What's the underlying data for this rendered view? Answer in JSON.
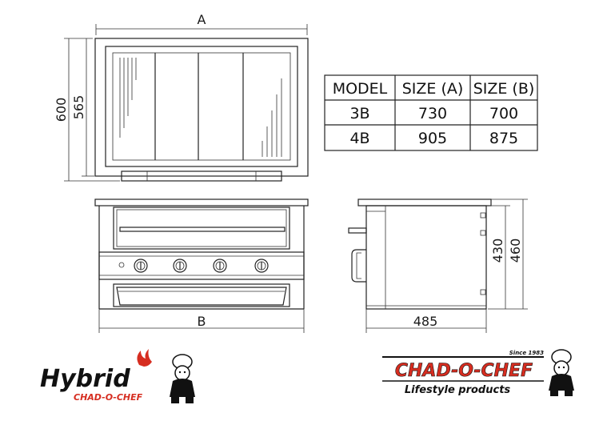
{
  "dimensions": {
    "top_width": "A",
    "top_depth_outer": "600",
    "top_depth_inner": "565",
    "front_width": "B",
    "side_depth": "485",
    "side_height_inner": "430",
    "side_height_outer": "460"
  },
  "size_table": {
    "headers": [
      "MODEL",
      "SIZE (A)",
      "SIZE (B)"
    ],
    "rows": [
      [
        "3B",
        "730",
        "700"
      ],
      [
        "4B",
        "905",
        "875"
      ]
    ]
  },
  "logos": {
    "hybrid_word": "Hybrid",
    "hybrid_sub": "CHAD-O-CHEF",
    "chadochef_word": "CHAD-O-CHEF",
    "chadochef_since": "Since 1983",
    "chadochef_tagline": "Lifestyle products"
  },
  "colors": {
    "line": "#222222",
    "brand_red": "#d62d20",
    "brand_black": "#111111"
  }
}
